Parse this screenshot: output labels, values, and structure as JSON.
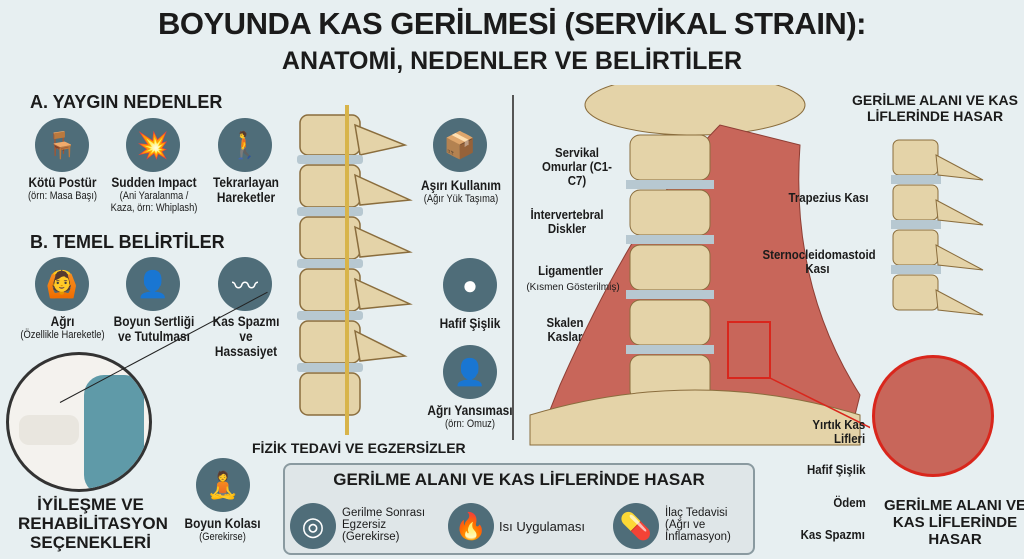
{
  "title": {
    "line1": "BOYUNDA KAS GERİLMESİ (SERVİKAL STRAIN):",
    "line2": "ANATOMİ, NEDENLER VE BELİRTİLER"
  },
  "causes": {
    "heading": "A. YAYGIN NEDENLER",
    "items": [
      {
        "label": "Kötü Postür",
        "sub": "(örn: Masa Başı)",
        "icon": "desk-posture-icon"
      },
      {
        "label": "Sudden Impact",
        "sub": "(Ani Yaralanma / Kaza, örn: Whiplash)",
        "icon": "car-crash-icon"
      },
      {
        "label": "Tekrarlayan Hareketler",
        "sub": "",
        "icon": "repetitive-motion-icon"
      },
      {
        "label": "Aşırı Kullanım",
        "sub": "(Ağır Yük Taşıma)",
        "icon": "heavy-lifting-icon"
      }
    ]
  },
  "symptoms": {
    "heading": "B. TEMEL BELİRTİLER",
    "items": [
      {
        "label": "Ağrı",
        "sub": "(Özellikle Hareketle)",
        "icon": "pain-icon"
      },
      {
        "label": "Boyun Sertliği ve Tutulması",
        "sub": "",
        "icon": "neck-stiffness-icon"
      },
      {
        "label": "Kas Spazmı ve Hassasiyet",
        "sub": "",
        "icon": "muscle-spasm-icon"
      },
      {
        "label": "Hafif Şişlik",
        "sub": "",
        "icon": "swelling-icon"
      },
      {
        "label": "Ağrı Yansıması",
        "sub": "(örn: Omuz)",
        "icon": "referred-pain-icon"
      }
    ]
  },
  "rehab": {
    "title": "İYİLEŞME VE REHABİLİTASYON SEÇENEKLERİ",
    "physio": "FİZİK TEDAVİ VE EGZERSİZLER",
    "collar": {
      "label": "Boyun Kolası",
      "sub": "(Gerekirse)"
    }
  },
  "bottom_box": {
    "title": "GERİLME ALANI VE KAS LİFLERİNDE HASAR",
    "items": [
      {
        "label": "Gerilme Sonrası Egzersiz (Gerekirse)",
        "icon": "neck-collar-icon"
      },
      {
        "label": "Isı Uygulaması",
        "icon": "flame-icon"
      },
      {
        "label": "İlaç Tedavisi (Ağrı ve İnflamasyon)",
        "icon": "pill-icon"
      }
    ]
  },
  "anatomy": {
    "labels": {
      "cervical": "Servikal Omurlar (C1-C7)",
      "discs": "İntervertebral Diskler",
      "ligaments": "Ligamentler",
      "ligaments_sub": "(Kısmen Gösterilmiş)",
      "scalene": "Skalen Kaslar",
      "trapezius": "Trapezius Kası",
      "scm": "Sternocleidomastoid Kası"
    }
  },
  "damage": {
    "header": "GERİLME ALANI VE KAS LİFLERİNDE HASAR",
    "labels": [
      "Yırtık Kas Lifleri",
      "Hafif Şişlik",
      "Ödem",
      "Kas Spazmı"
    ],
    "footer": "GERİLME ALANI VE KAS LİFLERİNDE HASAR"
  },
  "colors": {
    "bg": "#e7eff1",
    "icon": "#4f6d79",
    "muscle": "#c8665a",
    "bone": "#e4d3a8",
    "alert": "#d9261c"
  }
}
